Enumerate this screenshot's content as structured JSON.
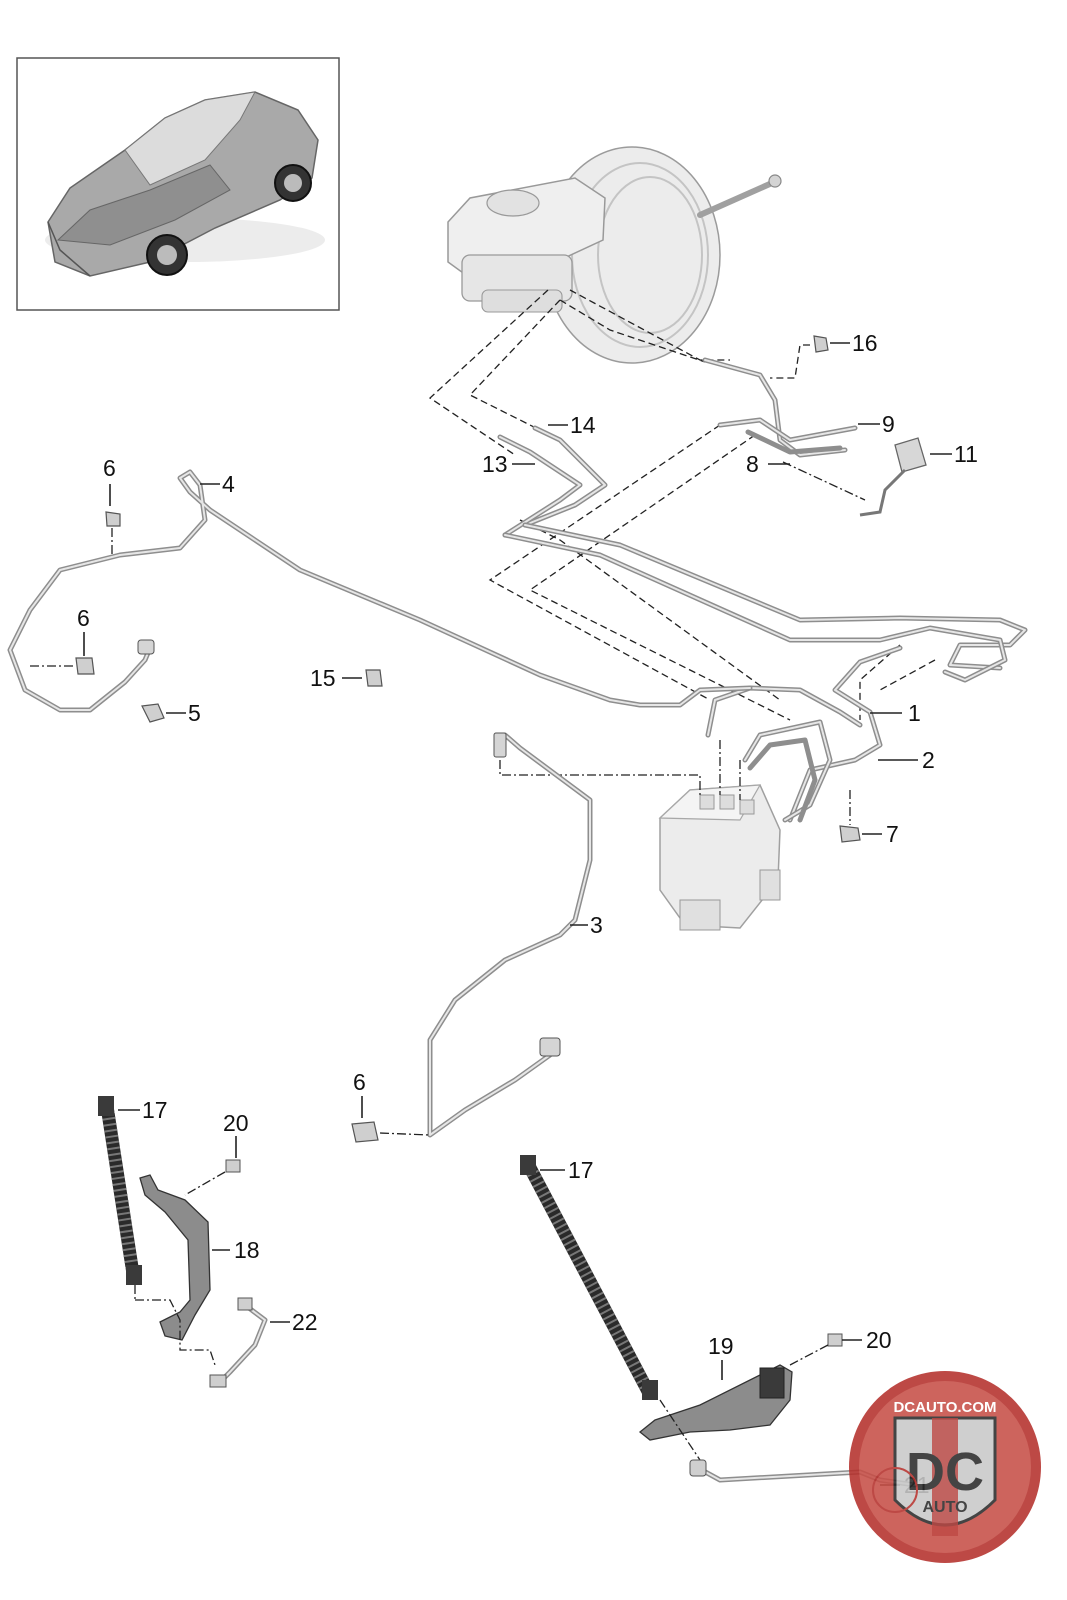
{
  "callouts": [
    {
      "id": "c1",
      "label": "1"
    },
    {
      "id": "c2",
      "label": "2"
    },
    {
      "id": "c3",
      "label": "3"
    },
    {
      "id": "c4",
      "label": "4"
    },
    {
      "id": "c5",
      "label": "5"
    },
    {
      "id": "c6a",
      "label": "6"
    },
    {
      "id": "c6b",
      "label": "6"
    },
    {
      "id": "c6c",
      "label": "6"
    },
    {
      "id": "c7",
      "label": "7"
    },
    {
      "id": "c8",
      "label": "8"
    },
    {
      "id": "c9",
      "label": "9"
    },
    {
      "id": "c11",
      "label": "11"
    },
    {
      "id": "c13",
      "label": "13"
    },
    {
      "id": "c14",
      "label": "14"
    },
    {
      "id": "c15",
      "label": "15"
    },
    {
      "id": "c16",
      "label": "16"
    },
    {
      "id": "c17a",
      "label": "17"
    },
    {
      "id": "c17b",
      "label": "17"
    },
    {
      "id": "c18",
      "label": "18"
    },
    {
      "id": "c19",
      "label": "19"
    },
    {
      "id": "c20a",
      "label": "20"
    },
    {
      "id": "c20b",
      "label": "20"
    },
    {
      "id": "c21",
      "label": "21"
    },
    {
      "id": "c22",
      "label": "22"
    }
  ],
  "watermark": {
    "site": "DCAUTO.COM",
    "mark": "DC",
    "sub": "AUTO",
    "icon": "dc-auto-logo",
    "colors": {
      "ring": "#b5302c",
      "badge": "#c9c9c9",
      "dark": "#2b2b2b"
    }
  },
  "inset": {
    "icon": "sports-car-icon"
  }
}
